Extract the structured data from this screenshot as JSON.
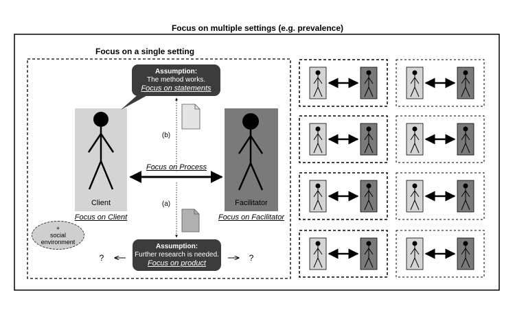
{
  "outer_title": "Focus on multiple settings (e.g. prevalence)",
  "single_title": "Focus on a single setting",
  "client": {
    "label": "Client",
    "focus": "Focus on Client"
  },
  "facilitator": {
    "label": "Facilitator",
    "focus": "Focus on Facilitator"
  },
  "process_focus": "Focus on Process",
  "top_bubble": {
    "heading": "Assumption:",
    "text": "The method works.",
    "focus": "Focus on statements"
  },
  "bottom_bubble": {
    "heading": "Assumption:",
    "text": "Further research is needed.",
    "focus": "Focus on product"
  },
  "path_b": "(b)",
  "path_a": "(a)",
  "social": {
    "plus": "+",
    "line1": "social",
    "line2": "environment"
  },
  "question_left": "?",
  "question_right": "?",
  "colors": {
    "client": "#d4d4d4",
    "facilitator": "#7a7a7a",
    "bubble": "#3c3c3c"
  },
  "settings_grid": {
    "rows": 4,
    "cols": 2
  }
}
